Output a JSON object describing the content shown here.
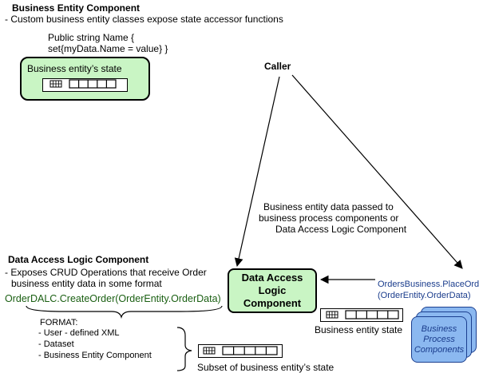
{
  "business_entity_component": {
    "title": "Business Entity Component",
    "desc": "- Custom business entity classes expose state accessor functions",
    "code_line1": "Public string Name {",
    "code_line2": "set{myData.Name = value} }",
    "state_label": "Business entity’s state"
  },
  "caller": {
    "label": "Caller"
  },
  "passed_note": {
    "line1": "Business entity data passed to",
    "line2": "business process components or",
    "line3": "Data Access Logic Component"
  },
  "dalc_section": {
    "title": "Data Access Logic Component",
    "desc_line1": "- Exposes CRUD Operations that receive Order",
    "desc_line2": "business entity data in some format",
    "call": "OrderDALC.CreateOrder(OrderEntity.OrderData)"
  },
  "dalc_box": {
    "line1": "Data Access",
    "line2": "Logic",
    "line3": "Component"
  },
  "place_order": {
    "line1": "OrdersBusiness.PlaceOrder",
    "line2": "(OrderEntity.OrderData)"
  },
  "business_process": {
    "line1": "Business",
    "line2": "Process",
    "line3": "Components"
  },
  "business_entity_state": {
    "label": "Business entity state"
  },
  "format": {
    "title": "FORMAT:",
    "items": [
      "- User - defined XML",
      "- Dataset",
      "- Business Entity Component"
    ]
  },
  "subset": {
    "label": "Subset of business entity’s state"
  },
  "colors": {
    "green_fill": "#c9f5c4",
    "blue_fill": "#8bb8f0",
    "blue_text": "#1a3c8c",
    "green_text": "#1a5f12"
  }
}
